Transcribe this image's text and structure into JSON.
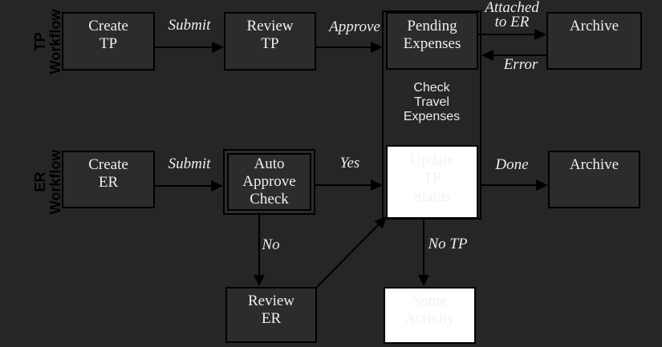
{
  "colors": {
    "background": "#262626",
    "node_fill": "#2c2c2c",
    "line": "#000000",
    "node_text": "#efefef",
    "white_node_fill": "#ffffff",
    "white_node_text": "#f2f2f2",
    "lane_label_text": "#000000"
  },
  "lanes": {
    "tp": "TP\nWorkflow",
    "er": "ER\nWorkflow"
  },
  "nodes": {
    "create_tp": "Create\nTP",
    "review_tp": "Review\nTP",
    "pending_expenses": "Pending\nExpenses",
    "archive_top": "Archive",
    "check_travel_expenses": "Check\nTravel\nExpenses",
    "update_tp_status": "Update\nTP\nStatus",
    "create_er": "Create\nER",
    "auto_approve_check": "Auto\nApprove\nCheck",
    "archive_bottom": "Archive",
    "review_er": "Review\nER",
    "some_activity": "Some\nActivity"
  },
  "edges": {
    "submit_tp": "Submit",
    "approve": "Approve",
    "attached_to_er": "Attached\nto ER",
    "error": "Error",
    "submit_er": "Submit",
    "yes": "Yes",
    "done": "Done",
    "no": "No",
    "no_tp": "No TP"
  }
}
